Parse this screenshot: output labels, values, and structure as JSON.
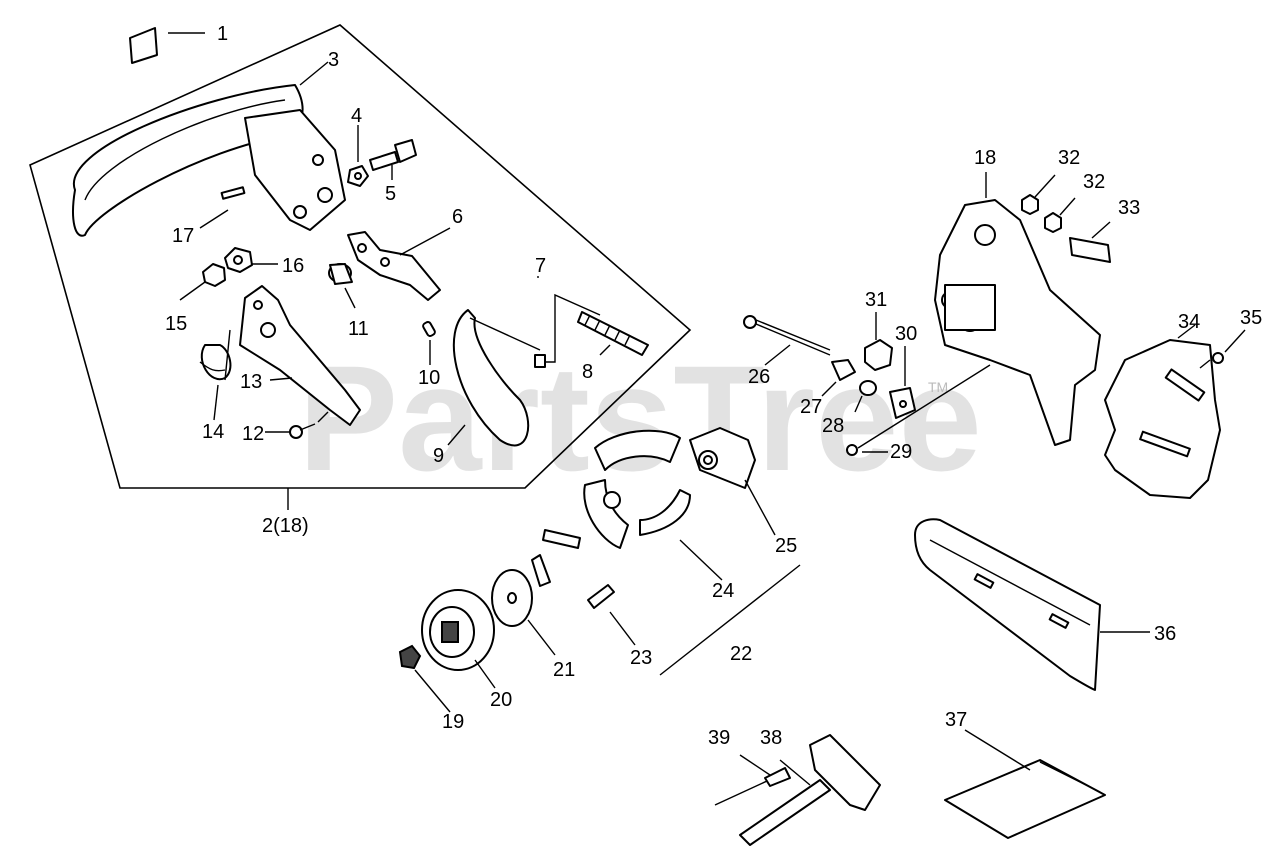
{
  "watermark": "PartsTree",
  "trademark": "TM",
  "callouts": {
    "c1": "1",
    "c2": "2(18)",
    "c3": "3",
    "c4": "4",
    "c5": "5",
    "c6": "6",
    "c7": "7",
    "c8": "8",
    "c9": "9",
    "c10": "10",
    "c11": "11",
    "c12": "12",
    "c13": "13",
    "c14": "14",
    "c15": "15",
    "c16": "16",
    "c17": "17",
    "c18": "18",
    "c19": "19",
    "c20": "20",
    "c21": "21",
    "c22": "22",
    "c23": "23",
    "c24": "24",
    "c25": "25",
    "c26": "26",
    "c27": "27",
    "c28": "28",
    "c29": "29",
    "c30": "30",
    "c31": "31",
    "c32a": "32",
    "c32b": "32",
    "c33": "33",
    "c34": "34",
    "c35": "35",
    "c36": "36",
    "c37": "37",
    "c38": "38",
    "c39": "39"
  },
  "colors": {
    "line": "#000000",
    "watermark": "#cccccc",
    "background": "#ffffff"
  }
}
